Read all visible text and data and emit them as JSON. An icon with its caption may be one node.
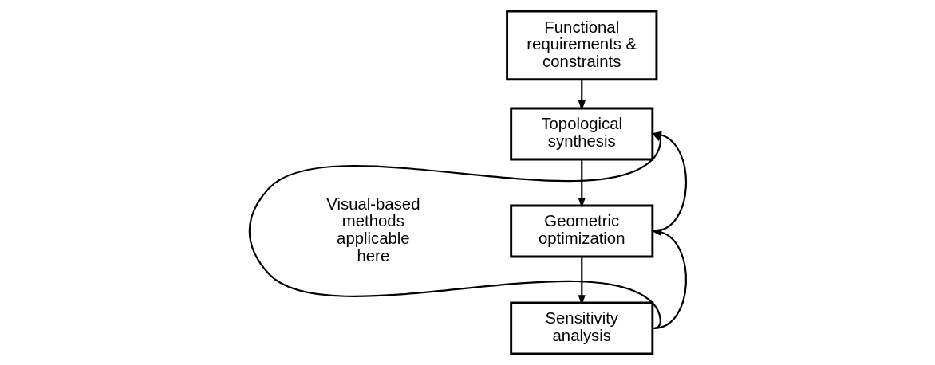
{
  "diagram": {
    "nodes": [
      {
        "text": [
          "Functional requirements & constraints"
        ]
      },
      {
        "text": [
          "Topological synthesis"
        ]
      },
      {
        "text": [
          "Geometric optimization"
        ]
      },
      {
        "text": [
          "Sensitivity analysis"
        ]
      }
    ],
    "edges": [
      {
        "from": 0,
        "to": 1,
        "arrow": "to"
      },
      {
        "from": 1,
        "to": 2,
        "arrow": "to"
      },
      {
        "from": 2,
        "to": 3,
        "arrow": "to"
      },
      {
        "from": 2,
        "to": 1,
        "arrow": "to"
      },
      {
        "from": 3,
        "to": 2,
        "arrow": "to"
      },
      {
        "from": 3,
        "to": 1,
        "arrow": "to"
      }
    ],
    "labels": [
      "Visual-based methods applicable here"
    ]
  }
}
